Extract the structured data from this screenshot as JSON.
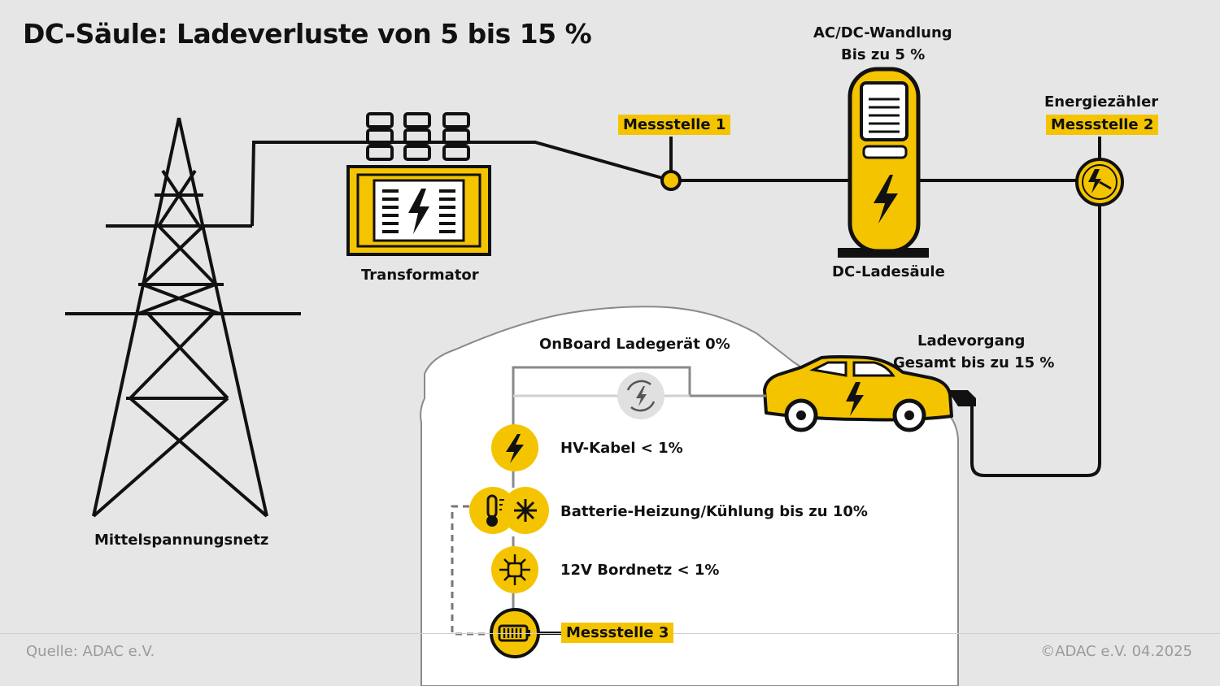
{
  "title": "DC-Säule: Ladeverluste von 5 bis 15 %",
  "labels": {
    "tower": "Mittelspannungsnetz",
    "transformer": "Transformator",
    "measure1": "Messstelle 1",
    "acdc_line1": "AC/DC-Wandlung",
    "acdc_line2": "Bis zu 5 %",
    "charger": "DC-Ladesäule",
    "meter_title": "Energiezähler",
    "measure2": "Messstelle 2",
    "charging_line1": "Ladevorgang",
    "charging_line2": "Gesamt bis zu 15 %",
    "onboard": "OnBoard Ladegerät 0%",
    "hv_cable": "HV-Kabel < 1%",
    "battery_thermal": "Batterie-Heizung/Kühlung bis zu 10%",
    "bordnetz": "12V Bordnetz < 1%",
    "measure3": "Messstelle 3"
  },
  "footer": {
    "source": "Quelle: ADAC e.V.",
    "copyright": "©ADAC e.V.  04.2025"
  },
  "colors": {
    "background": "#e6e6e6",
    "accent_yellow": "#f5c400",
    "line_black": "#111111",
    "panel_white": "#ffffff",
    "panel_grey_line": "#8a8a8a"
  },
  "icons": [
    "tower-icon",
    "transformer-icon",
    "charging-station-icon",
    "energy-meter-icon",
    "car-icon",
    "converter-icon",
    "lightning-icon",
    "thermometer-icon",
    "snowflake-icon",
    "circuit-icon",
    "battery-icon"
  ]
}
